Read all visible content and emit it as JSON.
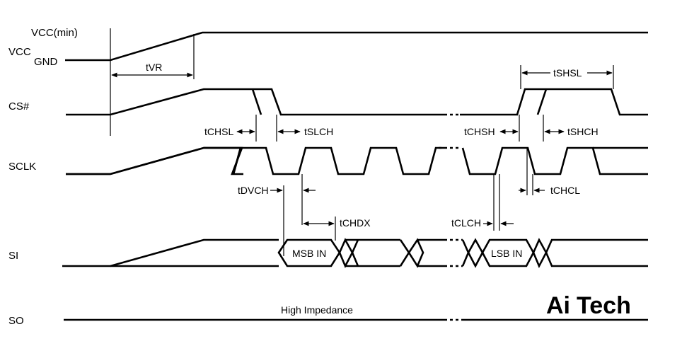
{
  "signals": {
    "vcc": "VCC",
    "vcc_min": "VCC(min)",
    "gnd": "GND",
    "cs": "CS#",
    "sclk": "SCLK",
    "si": "SI",
    "so": "SO"
  },
  "timing": {
    "tvr": "tVR",
    "tshsl": "tSHSL",
    "tchsl": "tCHSL",
    "tslch": "tSLCH",
    "tchsh": "tCHSH",
    "tshch": "tSHCH",
    "tdvch": "tDVCH",
    "tchcl": "tCHCL",
    "tchdx": "tCHDX",
    "tclch": "tCLCH"
  },
  "data_labels": {
    "msb_in": "MSB IN",
    "lsb_in": "LSB IN",
    "high_impedance": "High Impedance"
  },
  "logo": {
    "part1": "Ai",
    "part2": "Tech",
    "color_ai": "#3aa83a",
    "color_tech": "#5a5a5a"
  }
}
